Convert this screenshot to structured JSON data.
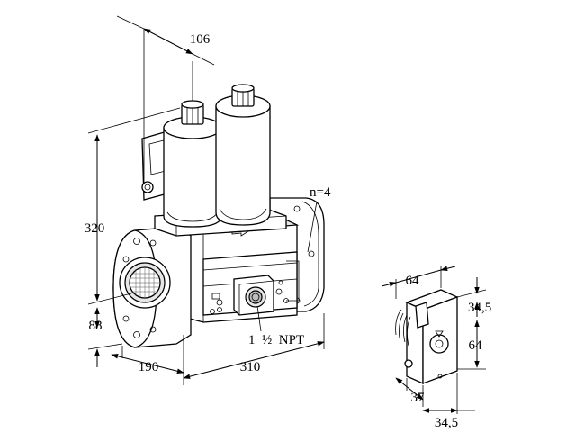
{
  "dimensions": {
    "top_width": "106",
    "height": "320",
    "bottom_offset": "88",
    "depth": "190",
    "length": "310",
    "flange_bolts": "n=4",
    "port_thread": "1  ½  NPT"
  },
  "detail_view": {
    "width": "64",
    "side_a": "34,5",
    "height": "64",
    "side_b": "34,5",
    "depth": "37"
  },
  "colors": {
    "line": "#000000",
    "fill": "#ffffff",
    "shade": "#e6e6e6"
  }
}
